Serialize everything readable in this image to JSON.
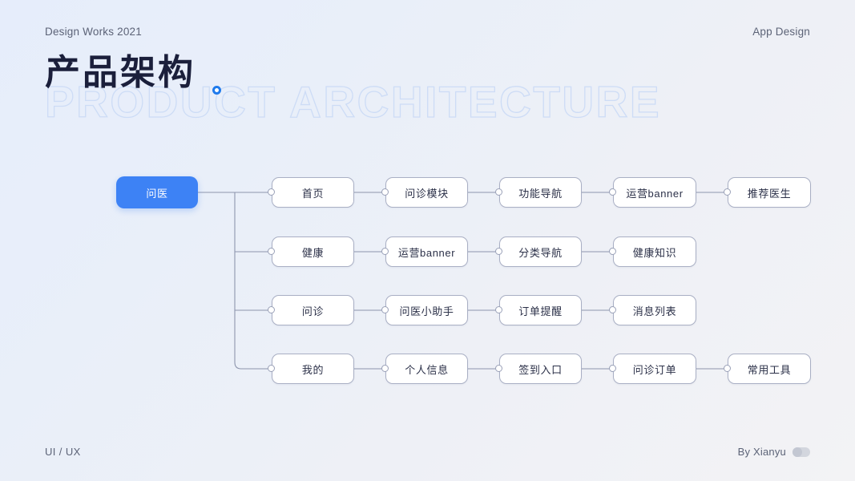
{
  "header": {
    "left_label": "Design Works 2021",
    "right_label": "App Design"
  },
  "title": {
    "main": "产品架构",
    "ghost": "PRODUCT ARCHITECTURE",
    "accent_color": "#1f7aec"
  },
  "footer": {
    "left_label": "UI / UX",
    "right_label": "By Xianyu"
  },
  "diagram": {
    "root": {
      "label": "问医",
      "color": "#3d82f5"
    },
    "branches": [
      {
        "nodes": [
          "首页",
          "问诊模块",
          "功能导航",
          "运营banner",
          "推荐医生"
        ]
      },
      {
        "nodes": [
          "健康",
          "运营banner",
          "分类导航",
          "健康知识"
        ]
      },
      {
        "nodes": [
          "问诊",
          "问医小助手",
          "订单提醒",
          "消息列表"
        ]
      },
      {
        "nodes": [
          "我的",
          "个人信息",
          "签到入口",
          "问诊订单",
          "常用工具"
        ]
      }
    ]
  }
}
